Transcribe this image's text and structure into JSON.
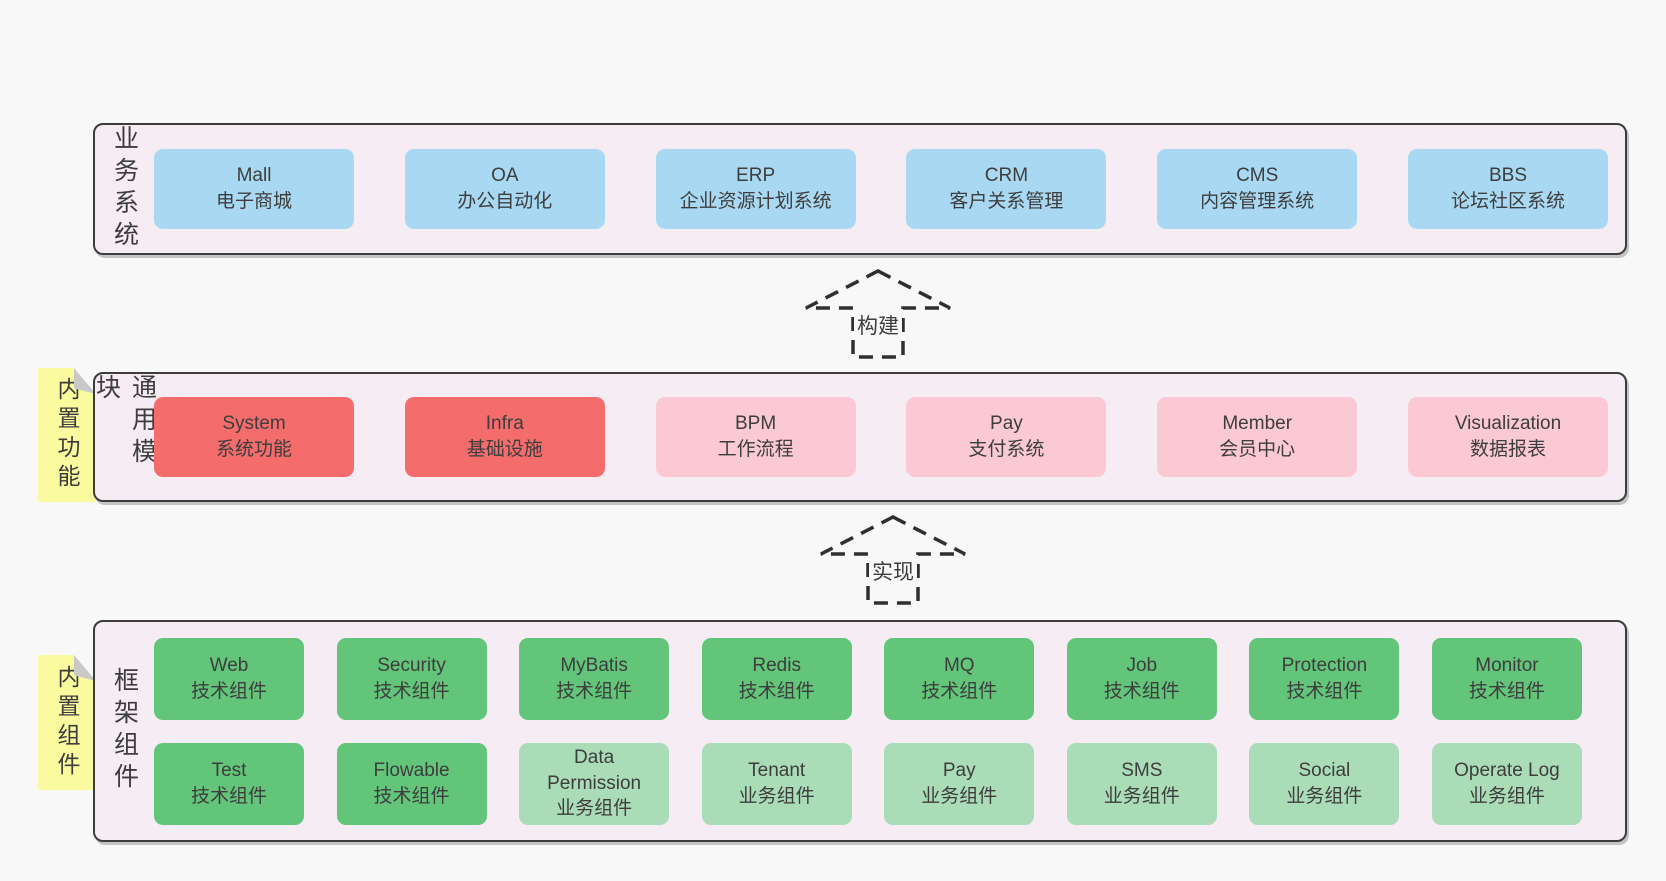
{
  "colors": {
    "page-bg": "#f8f8f8",
    "panel-bg": "#f6edf4",
    "panel-border": "#3c3c3c",
    "box-blue": "#a9d9f2",
    "box-red": "#f46c6c",
    "box-pink": "#fac9d4",
    "box-green": "#62c57a",
    "box-lightgreen": "#abdcb8",
    "sticky-yellow": "#fafa9e",
    "sticky-fold": "#c9c9c9",
    "text": "#3d3d3d",
    "arrow": "#2f2f2f"
  },
  "layers": {
    "business": {
      "side_label": "业务系统",
      "boxes": [
        {
          "title": "Mall",
          "subtitle": "电子商城",
          "variant": "blue"
        },
        {
          "title": "OA",
          "subtitle": "办公自动化",
          "variant": "blue"
        },
        {
          "title": "ERP",
          "subtitle": "企业资源计划系统",
          "variant": "blue"
        },
        {
          "title": "CRM",
          "subtitle": "客户关系管理",
          "variant": "blue"
        },
        {
          "title": "CMS",
          "subtitle": "内容管理系统",
          "variant": "blue"
        },
        {
          "title": "BBS",
          "subtitle": "论坛社区系统",
          "variant": "blue"
        }
      ]
    },
    "common": {
      "side_label": "通用模块",
      "sticky_label": "内置功能",
      "boxes": [
        {
          "title": "System",
          "subtitle": "系统功能",
          "variant": "red"
        },
        {
          "title": "Infra",
          "subtitle": "基础设施",
          "variant": "red"
        },
        {
          "title": "BPM",
          "subtitle": "工作流程",
          "variant": "pink"
        },
        {
          "title": "Pay",
          "subtitle": "支付系统",
          "variant": "pink"
        },
        {
          "title": "Member",
          "subtitle": "会员中心",
          "variant": "pink"
        },
        {
          "title": "Visualization",
          "subtitle": "数据报表",
          "variant": "pink"
        }
      ]
    },
    "framework": {
      "side_label": "框架组件",
      "sticky_label": "内置组件",
      "rows": [
        [
          {
            "title": "Web",
            "subtitle": "技术组件",
            "variant": "green"
          },
          {
            "title": "Security",
            "subtitle": "技术组件",
            "variant": "green"
          },
          {
            "title": "MyBatis",
            "subtitle": "技术组件",
            "variant": "green"
          },
          {
            "title": "Redis",
            "subtitle": "技术组件",
            "variant": "green"
          },
          {
            "title": "MQ",
            "subtitle": "技术组件",
            "variant": "green"
          },
          {
            "title": "Job",
            "subtitle": "技术组件",
            "variant": "green"
          },
          {
            "title": "Protection",
            "subtitle": "技术组件",
            "variant": "green"
          },
          {
            "title": "Monitor",
            "subtitle": "技术组件",
            "variant": "green"
          }
        ],
        [
          {
            "title": "Test",
            "subtitle": "技术组件",
            "variant": "green"
          },
          {
            "title": "Flowable",
            "subtitle": "技术组件",
            "variant": "green"
          },
          {
            "title": "Data Permission",
            "subtitle": "业务组件",
            "variant": "lightgreen"
          },
          {
            "title": "Tenant",
            "subtitle": "业务组件",
            "variant": "lightgreen"
          },
          {
            "title": "Pay",
            "subtitle": "业务组件",
            "variant": "lightgreen"
          },
          {
            "title": "SMS",
            "subtitle": "业务组件",
            "variant": "lightgreen"
          },
          {
            "title": "Social",
            "subtitle": "业务组件",
            "variant": "lightgreen"
          },
          {
            "title": "Operate Log",
            "subtitle": "业务组件",
            "variant": "lightgreen"
          }
        ]
      ]
    }
  },
  "arrows": [
    {
      "label": "构建"
    },
    {
      "label": "实现"
    }
  ]
}
